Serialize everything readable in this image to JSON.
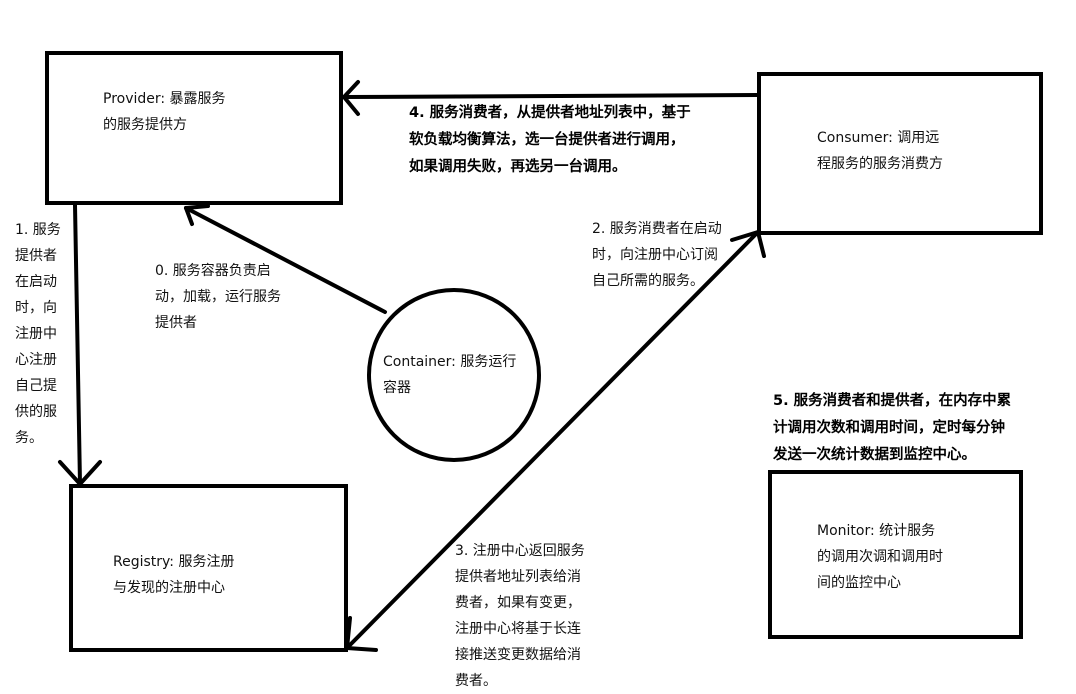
{
  "nodes": {
    "provider": "Provider: 暴露服务\n的服务提供方",
    "consumer": "Consumer: 调用远\n程服务的服务消费方",
    "registry": "Registry: 服务注册\n与发现的注册中心",
    "monitor": "Monitor: 统计服务\n的调用次调和调用时\n间的监控中心",
    "container": "Container: 服务运行\n容器"
  },
  "steps": {
    "step0": "0. 服务容器负责启\n动，加载，运行服务\n提供者",
    "step1": "1. 服务\n提供者\n在启动\n时，向\n注册中\n心注册\n自己提\n供的服\n务。",
    "step2": "2. 服务消费者在启动\n时，向注册中心订阅\n自己所需的服务。",
    "step3": "3. 注册中心返回服务\n提供者地址列表给消\n费者，如果有变更，\n注册中心将基于长连\n接推送变更数据给消\n费者。",
    "step4": "4. 服务消费者，从提供者地址列表中，基于\n软负载均衡算法，选一台提供者进行调用，\n如果调用失败，再选另一台调用。",
    "step5": "5. 服务消费者和提供者，在内存中累\n计调用次数和调用时间，定时每分钟\n发送一次统计数据到监控中心。"
  }
}
